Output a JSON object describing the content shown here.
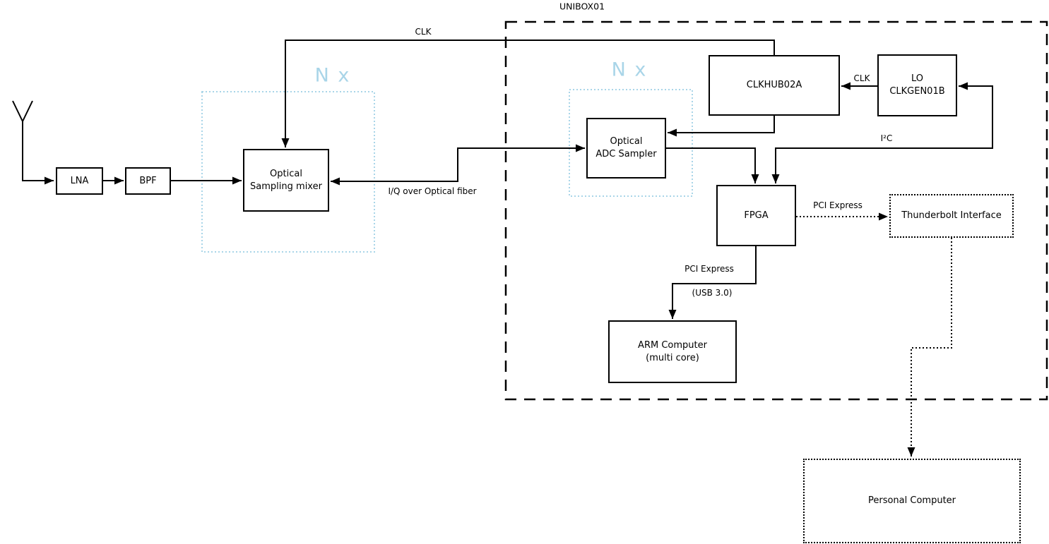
{
  "diagram": {
    "type": "block-diagram",
    "colors": {
      "line": "#000000",
      "group_accent_blue": "#a9d5e8",
      "box_fill": "#ffffff",
      "text": "#000000"
    },
    "groups": {
      "unibox": {
        "label": "UNIBOX01",
        "border_style": "dashed-black"
      },
      "nx_left": {
        "label": "N x",
        "border_style": "dotted-blue"
      },
      "nx_right": {
        "label": "N x",
        "border_style": "dotted-blue"
      }
    },
    "nodes": {
      "lna": {
        "label": "LNA"
      },
      "bpf": {
        "label": "BPF"
      },
      "optical_sampling_mixer": {
        "line1": "Optical",
        "line2": "Sampling mixer"
      },
      "optical_adc_sampler": {
        "line1": "Optical",
        "line2": "ADC Sampler"
      },
      "clkhub": {
        "label": "CLKHUB02A"
      },
      "lo_clkgen": {
        "line1": "LO",
        "line2": "CLKGEN01B"
      },
      "fpga": {
        "label": "FPGA"
      },
      "thunderbolt": {
        "label": "Thunderbolt Interface"
      },
      "arm_computer": {
        "line1": "ARM Computer",
        "line2": "(multi core)"
      },
      "personal_computer": {
        "label": "Personal Computer"
      }
    },
    "edge_labels": {
      "clk_top": "CLK",
      "iq_fiber": "I/Q over Optical fiber",
      "clk_lo_to_hub": "CLK",
      "i2c": "I²C",
      "pcie_thunderbolt": "PCI Express",
      "pcie_arm": "PCI Express",
      "usb": "(USB 3.0)"
    },
    "edges": [
      {
        "from": "antenna",
        "to": "lna",
        "style": "solid-arrow"
      },
      {
        "from": "lna",
        "to": "bpf",
        "style": "solid-arrow"
      },
      {
        "from": "bpf",
        "to": "optical_sampling_mixer",
        "style": "solid-arrow"
      },
      {
        "from": "clkhub",
        "to": "optical_sampling_mixer",
        "label": "CLK",
        "style": "solid-arrow"
      },
      {
        "from": "optical_adc_sampler",
        "to": "optical_sampling_mixer",
        "label": "I/Q over Optical fiber",
        "style": "solid-arrow-both-ends"
      },
      {
        "from": "clkhub",
        "to": "optical_adc_sampler",
        "style": "solid-arrow"
      },
      {
        "from": "optical_adc_sampler",
        "to": "fpga",
        "style": "solid-arrow"
      },
      {
        "from": "lo_clkgen",
        "to": "clkhub",
        "label": "CLK",
        "style": "solid-arrow"
      },
      {
        "from": "fpga",
        "to": "lo_clkgen",
        "label": "I²C",
        "style": "solid-arrow-both-ends"
      },
      {
        "from": "fpga",
        "to": "thunderbolt",
        "label": "PCI Express",
        "style": "dotted-arrow"
      },
      {
        "from": "fpga",
        "to": "arm_computer",
        "label": "PCI Express (USB 3.0)",
        "style": "solid-arrow"
      },
      {
        "from": "thunderbolt",
        "to": "personal_computer",
        "style": "dotted-arrow"
      }
    ]
  }
}
